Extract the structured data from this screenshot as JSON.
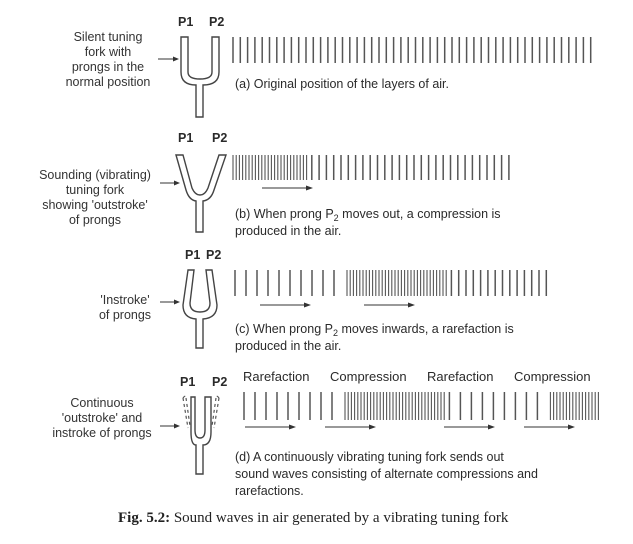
{
  "panels": [
    {
      "id": "a",
      "side_label": [
        "Silent tuning",
        "fork with",
        "prongs in the",
        "normal position"
      ],
      "prong_labels": [
        "P1",
        "P2"
      ],
      "fork_state": "normal",
      "caption_pre": "(a) Original position of the layers of air.",
      "caption_sub": "",
      "caption_post": "",
      "caption_line2": "",
      "layer_pattern": [
        {
          "kind": "normal",
          "count": 50
        }
      ],
      "arrows": 0
    },
    {
      "id": "b",
      "side_label": [
        "Sounding (vibrating)",
        "tuning fork",
        "showing 'outstroke'",
        "of prongs"
      ],
      "prong_labels": [
        "P1",
        "P2"
      ],
      "fork_state": "outstroke",
      "caption_pre": "(b) When prong P",
      "caption_sub": "2",
      "caption_post": " moves out, a compression is",
      "caption_line2": "produced in the air.",
      "layer_pattern": [
        {
          "kind": "compression",
          "count": 24
        },
        {
          "kind": "normal",
          "count": 28
        }
      ],
      "arrows": 1
    },
    {
      "id": "c",
      "side_label": [
        "'Instroke'",
        "of prongs"
      ],
      "prong_labels": [
        "P1",
        "P2"
      ],
      "fork_state": "instroke",
      "caption_pre": "(c) When prong P",
      "caption_sub": "2",
      "caption_post": " moves inwards, a rarefaction is",
      "caption_line2": "produced in the air.",
      "layer_pattern": [
        {
          "kind": "rarefaction",
          "count": 10
        },
        {
          "kind": "compression",
          "count": 32
        },
        {
          "kind": "normal",
          "count": 14
        }
      ],
      "arrows": 2
    },
    {
      "id": "d",
      "side_label": [
        "Continuous",
        "'outstroke' and",
        "instroke of prongs"
      ],
      "prong_labels": [
        "P1",
        "P2"
      ],
      "fork_state": "continuous",
      "region_labels": [
        "Rarefaction",
        "Compression",
        "Rarefaction",
        "Compression"
      ],
      "caption_pre": "(d) A continuously vibrating tuning fork sends out",
      "caption_sub": "",
      "caption_post": "",
      "caption_line2": "sound waves consisting of alternate compressions and",
      "caption_line3": "rarefactions.",
      "layer_pattern": [
        {
          "kind": "rarefaction",
          "count": 9
        },
        {
          "kind": "compression",
          "count": 32
        },
        {
          "kind": "rarefaction",
          "count": 9
        },
        {
          "kind": "compression",
          "count": 30
        }
      ],
      "arrows": 4
    }
  ],
  "figure_caption": {
    "label": "Fig. 5.2:",
    "text": " Sound waves in air generated by a vibrating tuning fork"
  },
  "colors": {
    "line": "#555555",
    "text": "#2a2a2a"
  }
}
